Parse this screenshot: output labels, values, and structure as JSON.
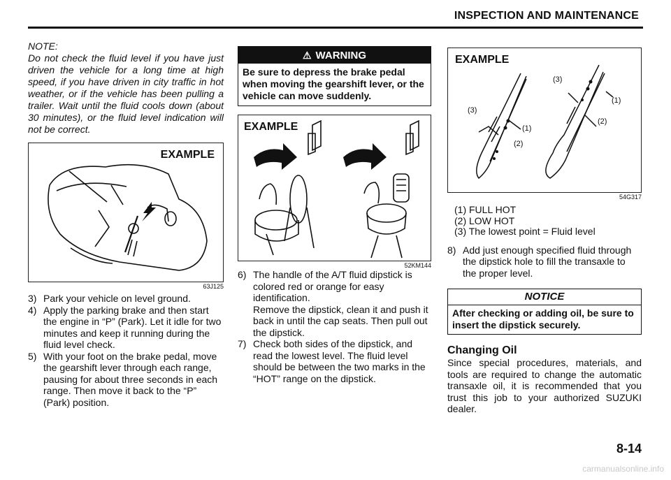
{
  "header": {
    "title": "INSPECTION AND MAINTENANCE"
  },
  "note": {
    "label": "NOTE:",
    "text": "Do not check the fluid level if you have just driven the vehicle for a long time at high speed, if you have driven in city traffic in hot weather, or if the vehicle has been pulling a trailer. Wait until the fluid cools down (about 30 minutes), or the fluid level indication will not be correct."
  },
  "figures": {
    "engine": {
      "label": "EXAMPLE",
      "code": "63J125"
    },
    "dipstick_handles": {
      "label": "EXAMPLE",
      "code": "52KM144"
    },
    "dipstick_levels": {
      "label": "EXAMPLE",
      "code": "54G317",
      "callouts": [
        "(3)",
        "(1)",
        "(2)"
      ]
    }
  },
  "steps_left": [
    {
      "num": "3)",
      "text": "Park your vehicle on level ground."
    },
    {
      "num": "4)",
      "text": "Apply the parking brake and then start the engine in “P” (Park). Let it idle for two minutes and keep it running during the fluid level check."
    },
    {
      "num": "5)",
      "text": "With your foot on the brake pedal, move the gearshift lever through each range, pausing for about three seconds in each range. Then move it back to the “P” (Park) position."
    }
  ],
  "warning": {
    "title": "WARNING",
    "text": "Be sure to depress the brake pedal when moving the gearshift lever, or the vehicle can move suddenly."
  },
  "steps_middle": [
    {
      "num": "6)",
      "text": "The handle of the A/T fluid dipstick is colored red or orange for easy identification.",
      "extra": "Remove the dipstick, clean it and push it back in until the cap seats. Then pull out the dipstick."
    },
    {
      "num": "7)",
      "text": "Check both sides of the dipstick, and read the lowest level. The fluid level should be between the two marks in the “HOT” range on the dipstick."
    }
  ],
  "legend": [
    "(1) FULL HOT",
    "(2) LOW HOT",
    "(3) The lowest point = Fluid level"
  ],
  "step_8": {
    "num": "8)",
    "text": "Add just enough specified fluid through the dipstick hole to fill the transaxle to the proper level."
  },
  "notice": {
    "title": "NOTICE",
    "text": "After checking or adding oil, be sure to insert the dipstick securely."
  },
  "changing_oil": {
    "title": "Changing Oil",
    "text": "Since special procedures, materials, and tools are required to change the automatic transaxle oil, it is recommended that you trust this job to your authorized SUZUKI dealer."
  },
  "page_number": "8-14",
  "watermark": "carmanualsonline.info"
}
